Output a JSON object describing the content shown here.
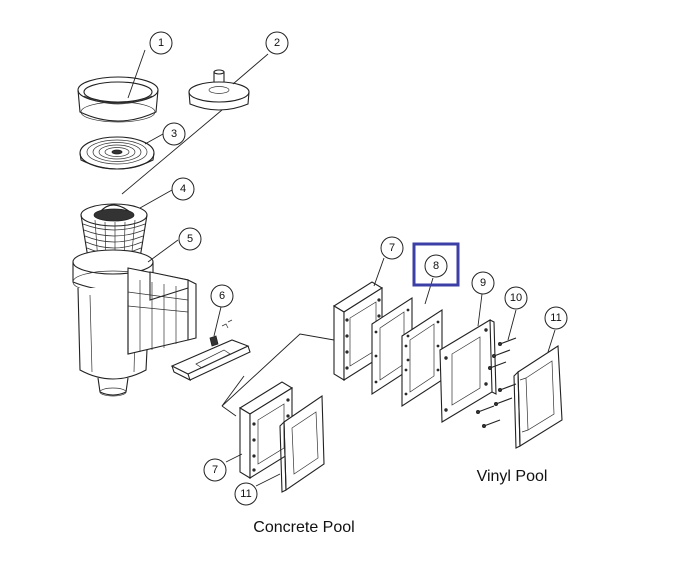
{
  "callouts": {
    "c1": "1",
    "c2": "2",
    "c3": "3",
    "c4": "4",
    "c5": "5",
    "c6": "6",
    "c7a": "7",
    "c7b": "7",
    "c8": "8",
    "c9": "9",
    "c10": "10",
    "c11a": "11",
    "c11b": "11"
  },
  "captions": {
    "concrete": "Concrete Pool",
    "vinyl": "Vinyl Pool"
  },
  "colors": {
    "highlight": "#3b3fa6",
    "line": "#222222",
    "background": "#ffffff"
  },
  "highlighted_part": "8"
}
